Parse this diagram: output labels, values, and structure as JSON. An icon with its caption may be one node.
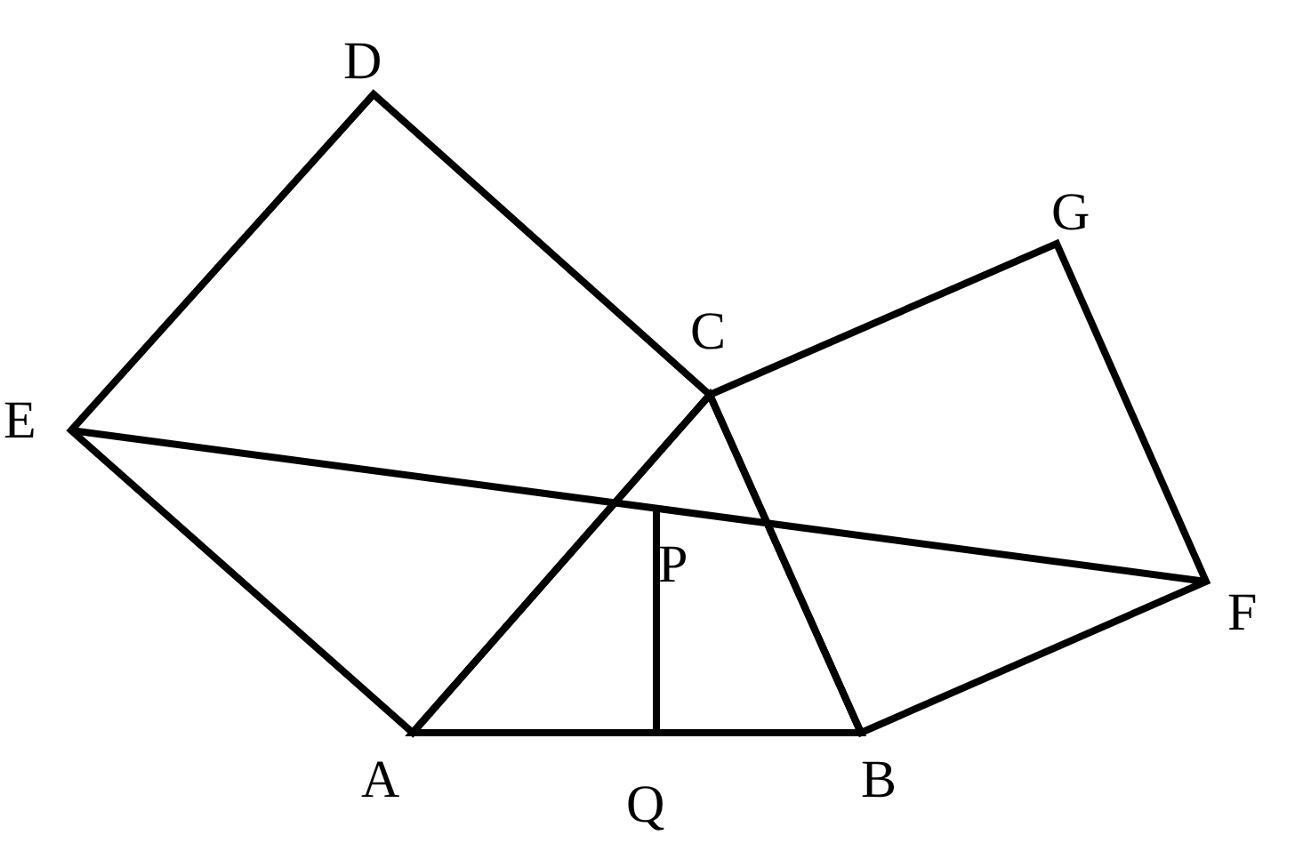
{
  "diagram": {
    "labels": [
      "D",
      "G",
      "C",
      "E",
      "P",
      "F",
      "A",
      "Q",
      "B"
    ]
  }
}
